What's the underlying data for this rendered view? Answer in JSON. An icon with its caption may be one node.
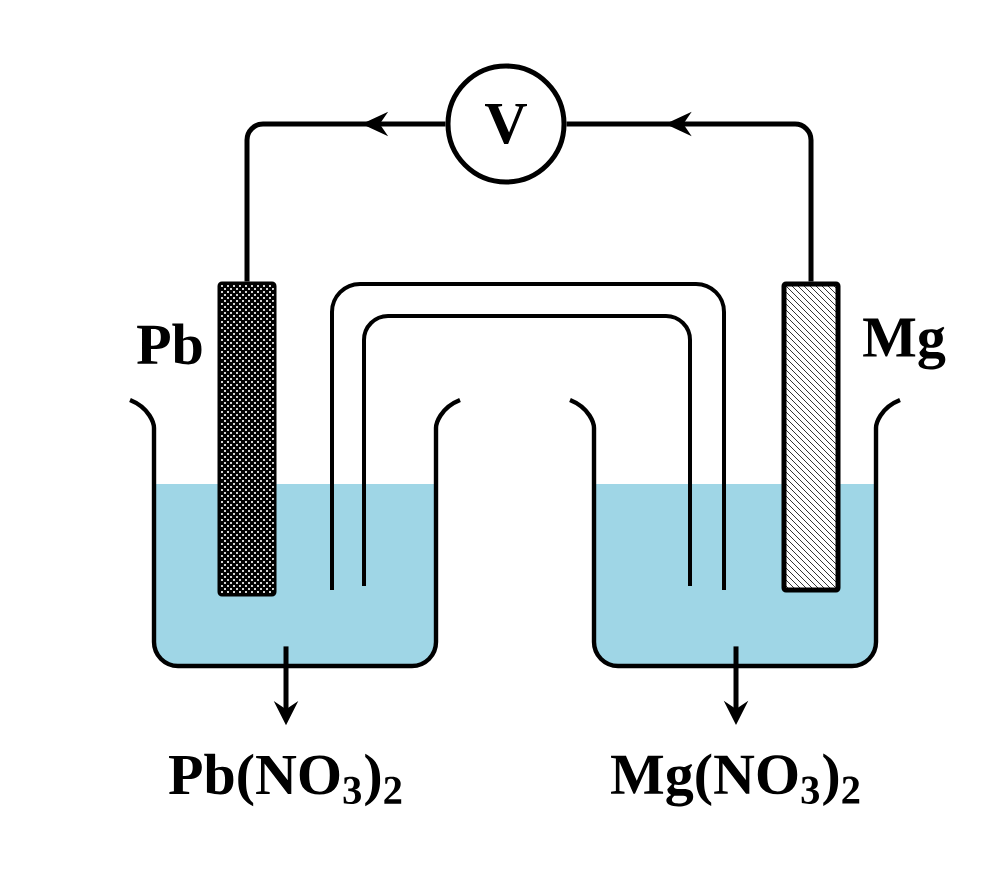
{
  "diagram": {
    "nodes": [
      {
        "text": [
          "V"
        ]
      },
      {
        "text": [],
        "shape": "bar",
        "beside": [
          "Pb"
        ]
      },
      {
        "text": [],
        "shape": "bar",
        "beside": [
          "Mg"
        ]
      },
      {
        "text": [],
        "shape": "beaker"
      },
      {
        "text": [
          "Pb(NO$_{3}$)$_{2}$"
        ]
      },
      {
        "text": [],
        "shape": "beaker"
      },
      {
        "text": [
          "Mg(NO$_{3}$)$_{2}$"
        ]
      }
    ],
    "edges": [
      {
        "from": 2,
        "to": 0,
        "arrow": "to"
      },
      {
        "from": 0,
        "to": 1,
        "arrow": "to"
      },
      {
        "from": 3,
        "to": 4,
        "arrow": "to"
      },
      {
        "from": 5,
        "to": 6,
        "arrow": "to"
      }
    ]
  }
}
